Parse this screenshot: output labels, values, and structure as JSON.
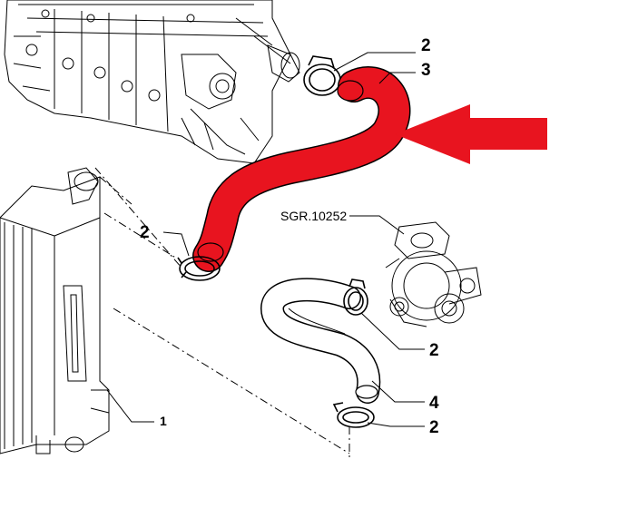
{
  "diagram": {
    "callouts": {
      "clamp_top": "2",
      "hose_top": "3",
      "clamp_mid_left": "2",
      "turbo_ref": "SGR.10252",
      "clamp_turbo": "2",
      "hose_lower": "4",
      "clamp_bottom": "2",
      "intercooler": "1"
    },
    "colors": {
      "highlight_hose": "#e8141f",
      "arrow": "#e8141f",
      "line_art": "#000000",
      "background": "#ffffff"
    }
  }
}
